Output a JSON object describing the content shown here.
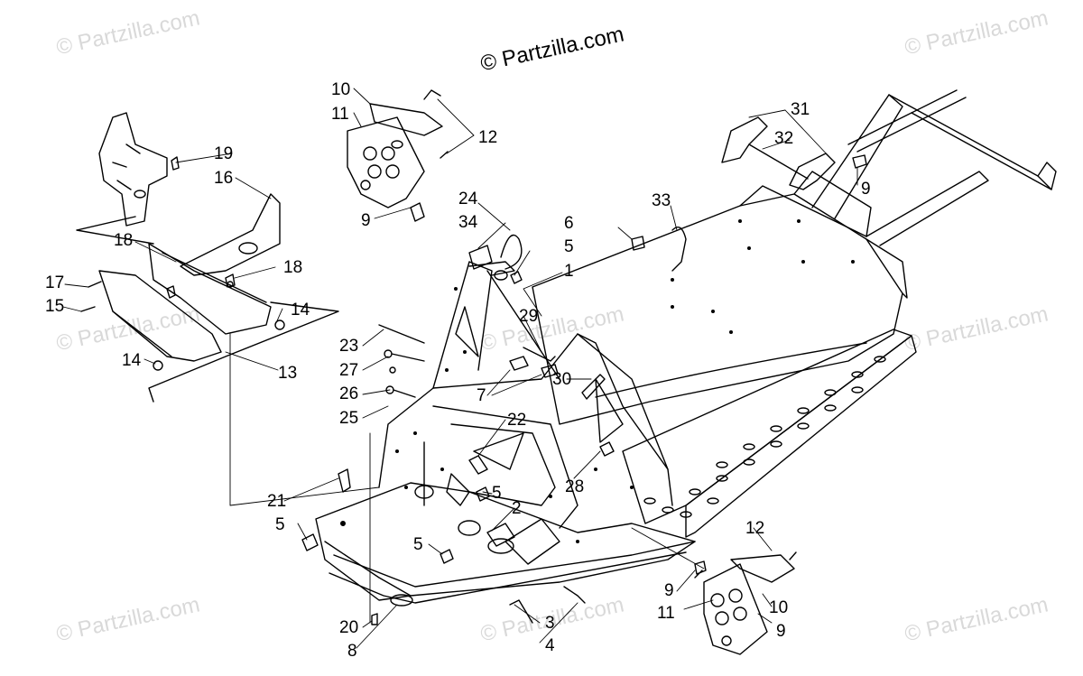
{
  "watermark": {
    "main": "© Partzilla.com",
    "faint": "© Partzilla.com"
  },
  "callouts": {
    "c1": "1",
    "c2": "2",
    "c3": "3",
    "c4": "4",
    "c5a": "5",
    "c5b": "5",
    "c5c": "5",
    "c5d": "5",
    "c6": "6",
    "c7": "7",
    "c8": "8",
    "c9a": "9",
    "c9b": "9",
    "c9c": "9",
    "c9d": "9",
    "c10a": "10",
    "c10b": "10",
    "c11a": "11",
    "c11b": "11",
    "c12a": "12",
    "c12b": "12",
    "c13": "13",
    "c14a": "14",
    "c14b": "14",
    "c15": "15",
    "c16": "16",
    "c17": "17",
    "c18a": "18",
    "c18b": "18",
    "c19": "19",
    "c20": "20",
    "c21": "21",
    "c22": "22",
    "c23": "23",
    "c24": "24",
    "c25": "25",
    "c26": "26",
    "c27": "27",
    "c28": "28",
    "c29": "29",
    "c30": "30",
    "c31": "31",
    "c32": "32",
    "c33": "33",
    "c34": "34"
  },
  "colors": {
    "line": "#000000",
    "watermark": "#d9d9d9",
    "paper": "#ffffff"
  }
}
